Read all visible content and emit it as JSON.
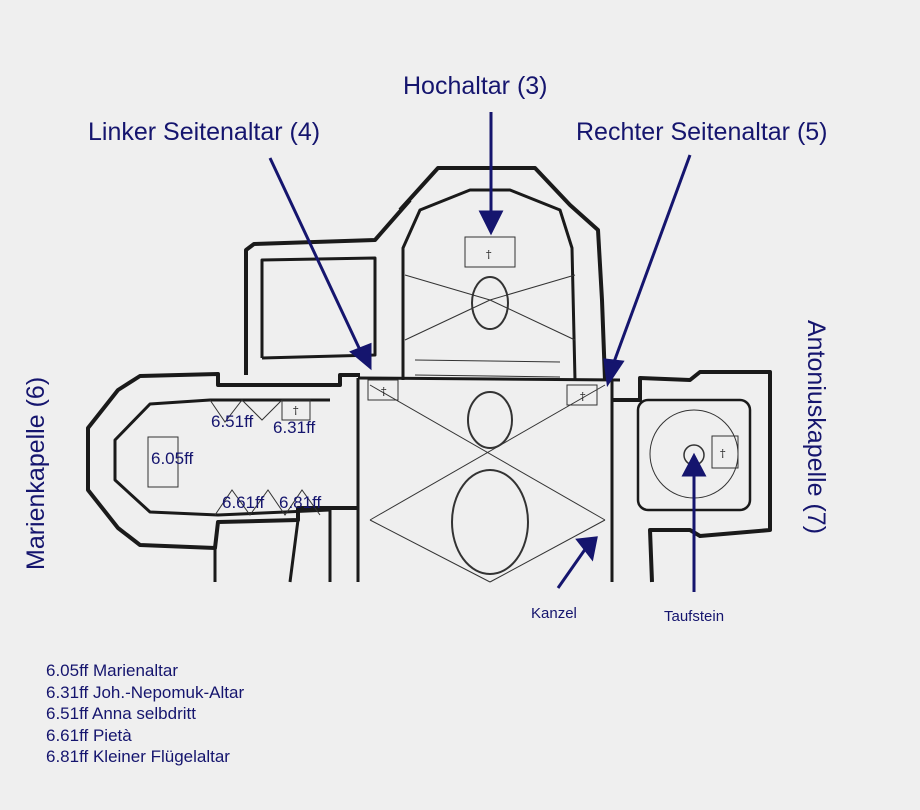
{
  "callouts": {
    "hochaltar": "Hochaltar (3)",
    "linker": "Linker Seitenaltar (4)",
    "rechter": "Rechter Seitenaltar (5)",
    "marienkapelle": "Marienkapelle (6)",
    "antoniuskapelle": "Antoniuskapelle (7)",
    "kanzel": "Kanzel",
    "taufstein": "Taufstein"
  },
  "plan_labels": {
    "l605": "6.05ff",
    "l651": "6.51ff",
    "l631": "6.31ff",
    "l661": "6.61ff",
    "l681": "6.81ff"
  },
  "legend": [
    "6.05ff Marienaltar",
    "6.31ff Joh.-Nepomuk-Altar",
    "6.51ff Anna selbdritt",
    "6.61ff Pietà",
    "6.81ff Kleiner Flügelaltar"
  ],
  "colors": {
    "accent": "#15156e",
    "wall": "#1a1a1a",
    "background": "#efefef"
  }
}
